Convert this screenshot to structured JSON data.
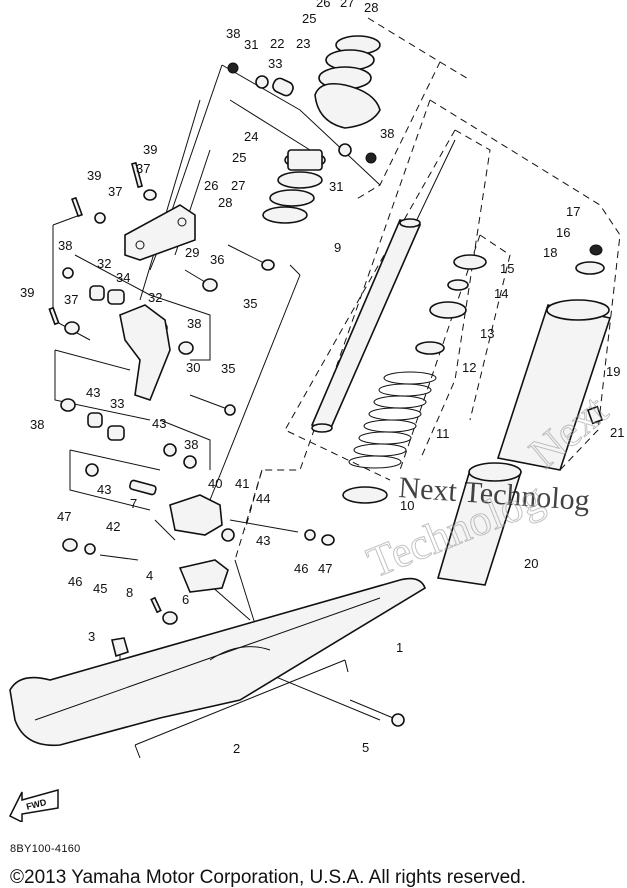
{
  "diagram": {
    "callouts": [
      "1",
      "2",
      "3",
      "4",
      "5",
      "6",
      "7",
      "8",
      "9",
      "10",
      "11",
      "12",
      "13",
      "14",
      "15",
      "16",
      "17",
      "18",
      "19",
      "20",
      "21",
      "22",
      "23",
      "24",
      "25",
      "26",
      "27",
      "28",
      "29",
      "30",
      "31",
      "32",
      "33",
      "34",
      "35",
      "36",
      "37",
      "38",
      "39",
      "40",
      "41",
      "42",
      "43",
      "44",
      "45",
      "46",
      "47"
    ],
    "forward_label": "FWD",
    "watermark_line1": "Next Technolog",
    "watermark_line2": "Technolog",
    "watermark_corner": "Next"
  },
  "footer": {
    "diagram_code": "8BY100-4160",
    "copyright": "©2013 Yamaha Motor Corporation, U.S.A. All rights reserved."
  }
}
